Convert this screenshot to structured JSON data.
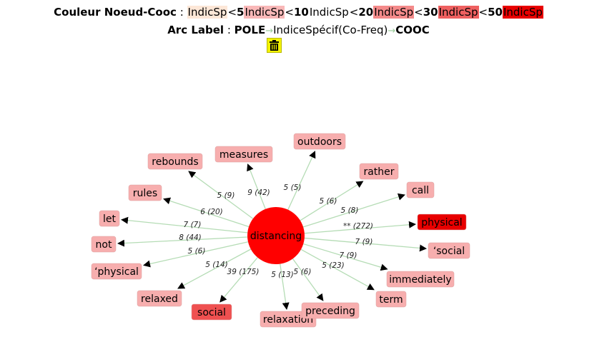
{
  "legend": {
    "node_color_title": "Couleur Noeud-Cooc",
    "separator": " : ",
    "items": [
      {
        "label": "IndicSp",
        "color": "#fde7d7"
      },
      {
        "op": "<",
        "num": "5"
      },
      {
        "label": "IndicSp",
        "color": "#f9b8b8"
      },
      {
        "op": "<",
        "num": "10"
      },
      {
        "label": "IndicSp",
        "color": "#ffffff"
      },
      {
        "op": "<",
        "num": "20"
      },
      {
        "label": "IndicSp",
        "color": "#f48a8a"
      },
      {
        "op": "<",
        "num": "30"
      },
      {
        "label": "IndicSp",
        "color": "#ef6060"
      },
      {
        "op": "<",
        "num": "50"
      },
      {
        "label": "IndicSp",
        "color": "#e80000"
      }
    ],
    "arc_title": "Arc Label",
    "arc_pole": "POLE",
    "arc_middle": "IndiceSpécif(Co-Freq)",
    "arc_end": "COOC",
    "arrow": "→"
  },
  "toolbar": {
    "trash_icon": "trash-icon",
    "trash_color": "#f3f300"
  },
  "graph": {
    "edge_color": "#b5dcb5",
    "center": {
      "label": "distancing",
      "color": "#ff0000"
    },
    "nodes": [
      {
        "id": "outdoors",
        "label": "outdoors",
        "edge_label": "5 (5)",
        "color": "#f7aeae"
      },
      {
        "id": "measures",
        "label": "measures",
        "edge_label": "9 (42)",
        "color": "#f7aeae"
      },
      {
        "id": "rebounds",
        "label": "rebounds",
        "edge_label": "5 (9)",
        "color": "#f7aeae"
      },
      {
        "id": "rules",
        "label": "rules",
        "edge_label": "6 (20)",
        "color": "#f7aeae"
      },
      {
        "id": "let",
        "label": "let",
        "edge_label": "7 (7)",
        "color": "#f7aeae"
      },
      {
        "id": "not",
        "label": "not",
        "edge_label": "8 (44)",
        "color": "#f7aeae"
      },
      {
        "id": "physical-quote",
        "label": "‘physical",
        "edge_label": "5 (6)",
        "color": "#f7aeae"
      },
      {
        "id": "relaxed",
        "label": "relaxed",
        "edge_label": "5 (14)",
        "color": "#f7aeae"
      },
      {
        "id": "social",
        "label": "social",
        "edge_label": "39 (175)",
        "color": "#ef5050"
      },
      {
        "id": "relaxation",
        "label": "relaxation",
        "edge_label": "5 (13)",
        "color": "#f7aeae"
      },
      {
        "id": "preceding",
        "label": "preceding",
        "edge_label": "5 (6)",
        "color": "#f7aeae"
      },
      {
        "id": "term",
        "label": "term",
        "edge_label": "5 (23)",
        "color": "#f7aeae"
      },
      {
        "id": "immediately",
        "label": "immediately",
        "edge_label": "7 (9)",
        "color": "#f7aeae"
      },
      {
        "id": "social-quote",
        "label": "‘social",
        "edge_label": "7 (9)",
        "color": "#f7aeae"
      },
      {
        "id": "physical",
        "label": "physical",
        "edge_label": "** (272)",
        "color": "#e80000"
      },
      {
        "id": "call",
        "label": "call",
        "edge_label": "5 (8)",
        "color": "#f7aeae"
      },
      {
        "id": "rather",
        "label": "rather",
        "edge_label": "5 (6)",
        "color": "#f7aeae"
      }
    ]
  }
}
